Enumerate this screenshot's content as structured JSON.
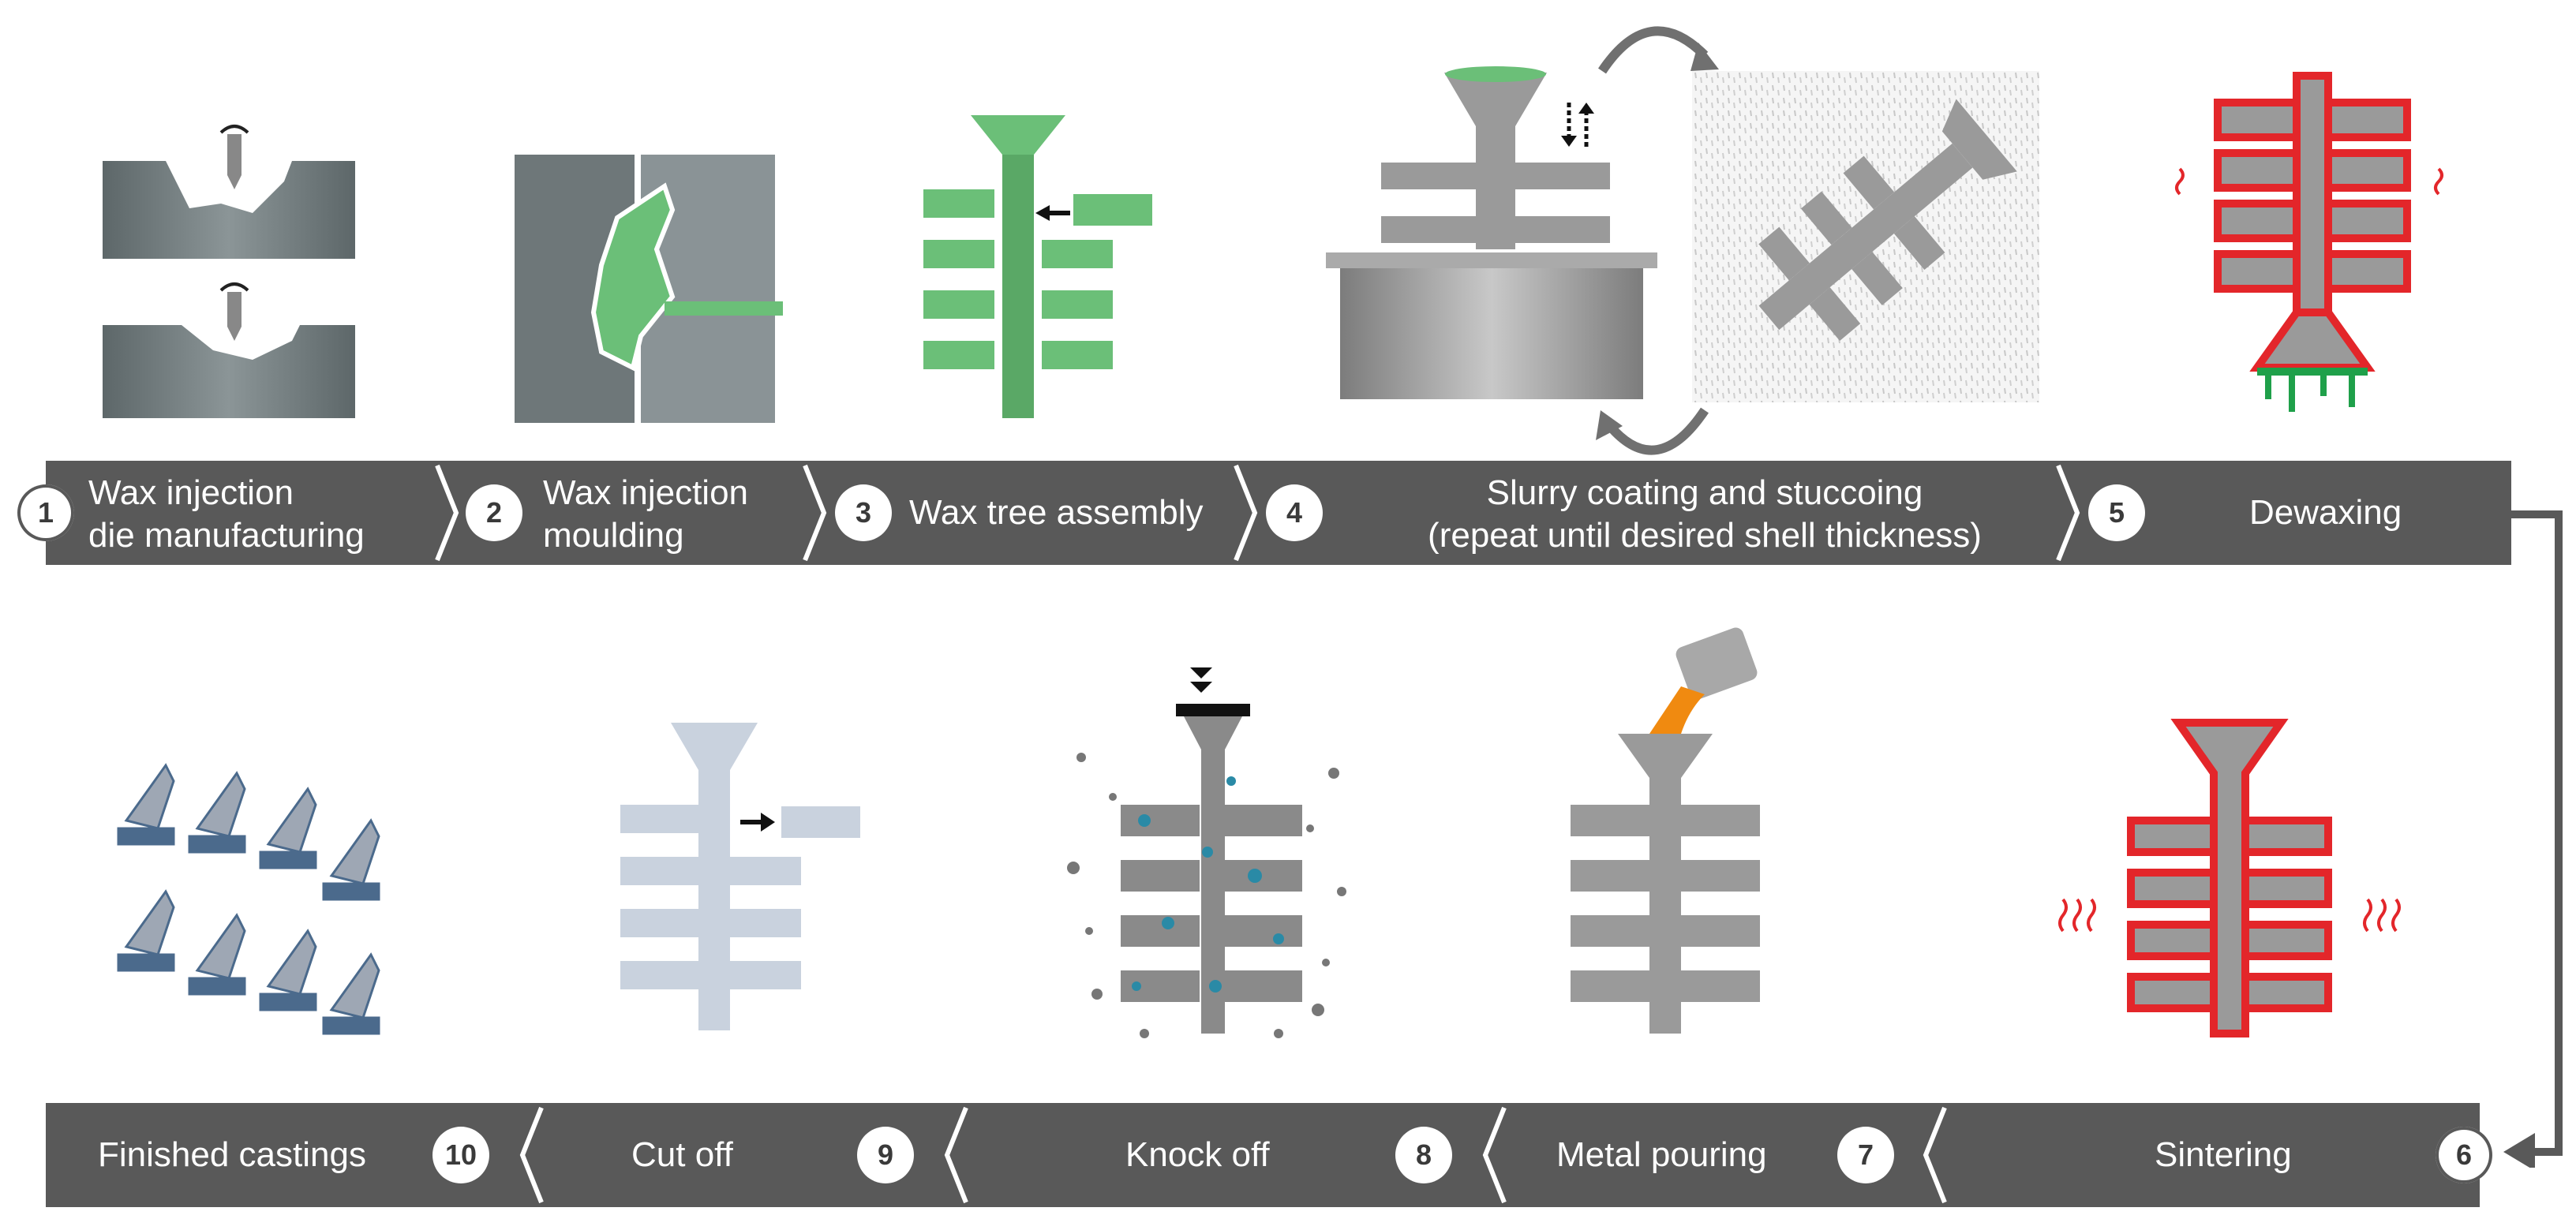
{
  "steps_top": [
    {
      "num": "1",
      "line1": "Wax injection",
      "line2": "die manufacturing"
    },
    {
      "num": "2",
      "line1": "Wax injection",
      "line2": "moulding"
    },
    {
      "num": "3",
      "line1": "Wax tree assembly",
      "line2": ""
    },
    {
      "num": "4",
      "line1": "Slurry coating and stuccoing",
      "line2": "(repeat until desired shell thickness)"
    },
    {
      "num": "5",
      "line1": "Dewaxing",
      "line2": ""
    }
  ],
  "steps_bottom": [
    {
      "num": "10",
      "line1": "Finished castings"
    },
    {
      "num": "9",
      "line1": "Cut off"
    },
    {
      "num": "8",
      "line1": "Knock off"
    },
    {
      "num": "7",
      "line1": "Metal pouring"
    },
    {
      "num": "6",
      "line1": "Sintering"
    }
  ],
  "colors": {
    "bar": "#595959",
    "wax": "#6bbf78",
    "heat": "#e3262a",
    "metal": "#9a9a9a",
    "pour": "#f08a10",
    "mould_die": "#6e7779",
    "sand_blue": "#2a8aa6",
    "casting": "#9ea7b4",
    "cutoff": "#c9d2de"
  },
  "icons": [
    "drill-icon",
    "arrow-left-icon",
    "arrow-right-icon",
    "dip-arrows-icon",
    "cycle-arrow-icon",
    "heat-waves-icon",
    "press-arrow-icon",
    "ladle-icon",
    "process-connector-arrow"
  ]
}
